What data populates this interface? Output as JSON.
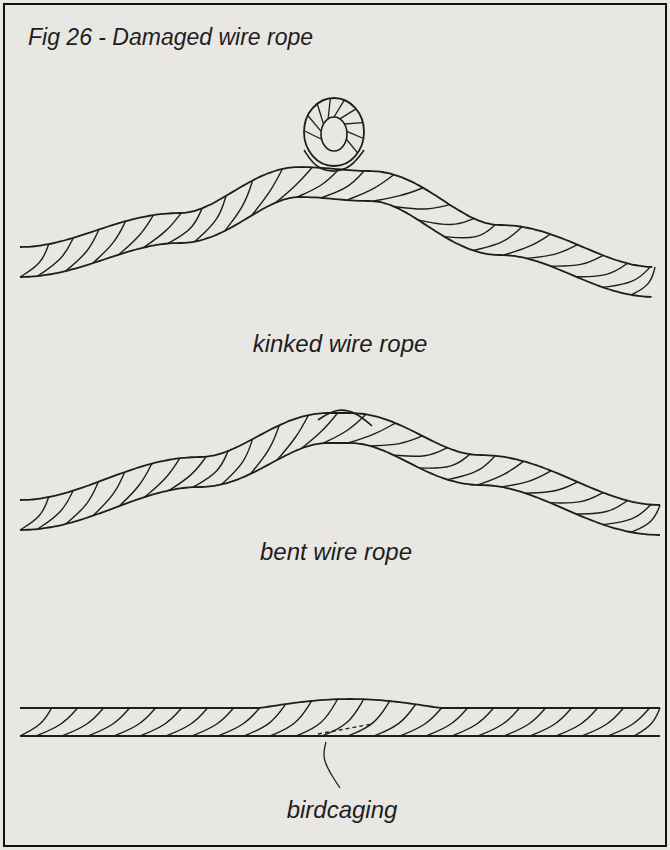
{
  "diagram": {
    "title": "Fig 26 - Damaged wire rope",
    "labels": [
      "kinked wire rope",
      "bent wire rope",
      "birdcaging"
    ]
  }
}
